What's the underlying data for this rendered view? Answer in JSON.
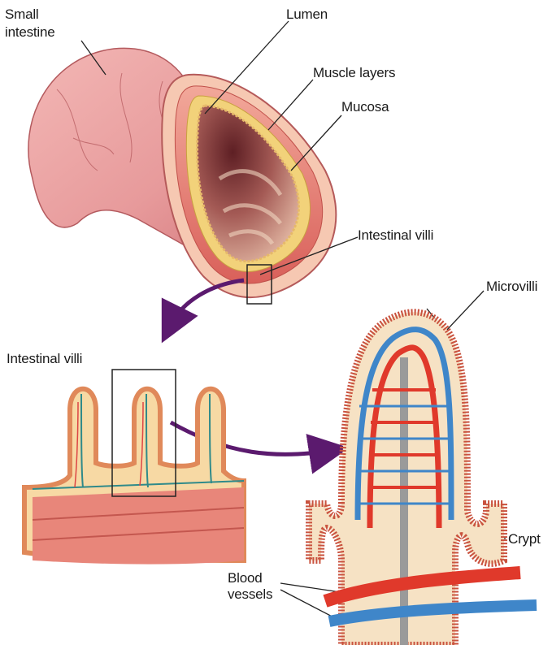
{
  "labels": {
    "small_intestine_line1": "Small",
    "small_intestine_line2": "intestine",
    "lumen": "Lumen",
    "muscle_layers": "Muscle layers",
    "mucosa": "Mucosa",
    "intestinal_villi_top": "Intestinal villi",
    "microvilli": "Microvilli",
    "intestinal_villi_left": "Intestinal villi",
    "crypt": "Crypt",
    "blood_vessels_line1": "Blood",
    "blood_vessels_line2": "vessels"
  },
  "colors": {
    "intestine_pink": "#e89a9c",
    "muscle_red": "#d9605a",
    "mucosa_yellow": "#f2d27a",
    "lumen_dark": "#7a3030",
    "artery_red": "#e0392b",
    "vein_blue": "#3f86c9",
    "lacteal_grey": "#9a9a9a",
    "arrow_purple": "#5b1a6e"
  }
}
